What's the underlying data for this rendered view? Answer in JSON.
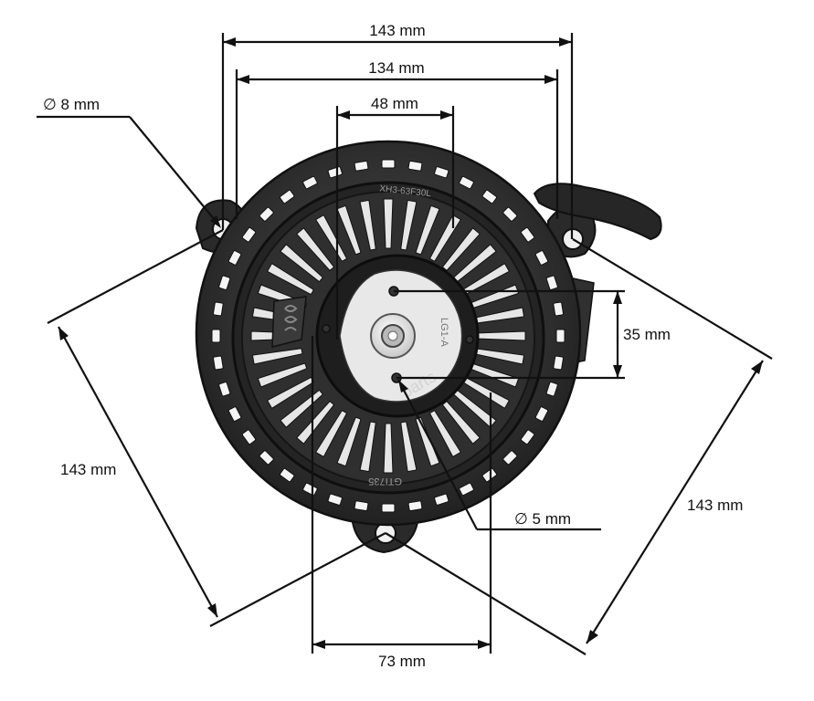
{
  "dimensions": {
    "overall_width": "143 mm",
    "hole_spacing": "134 mm",
    "center_bore": "48 mm",
    "bolt_hole_diameter": "∅ 8 mm",
    "left_diagonal": "143 mm",
    "right_diagonal": "143 mm",
    "pin_spacing": "35 mm",
    "pin_diameter": "∅ 5 mm",
    "bottom_span": "73 mm"
  },
  "part_markings": {
    "top_rim": "XH3-63F30L",
    "bottom_rim": "GTI735",
    "hub_label": "LG1-A",
    "watermark": "parts"
  },
  "colors": {
    "housing": "#2b2b2b",
    "housing_edge": "#111111",
    "background": "#ffffff",
    "hub": "#d9d9d9"
  }
}
